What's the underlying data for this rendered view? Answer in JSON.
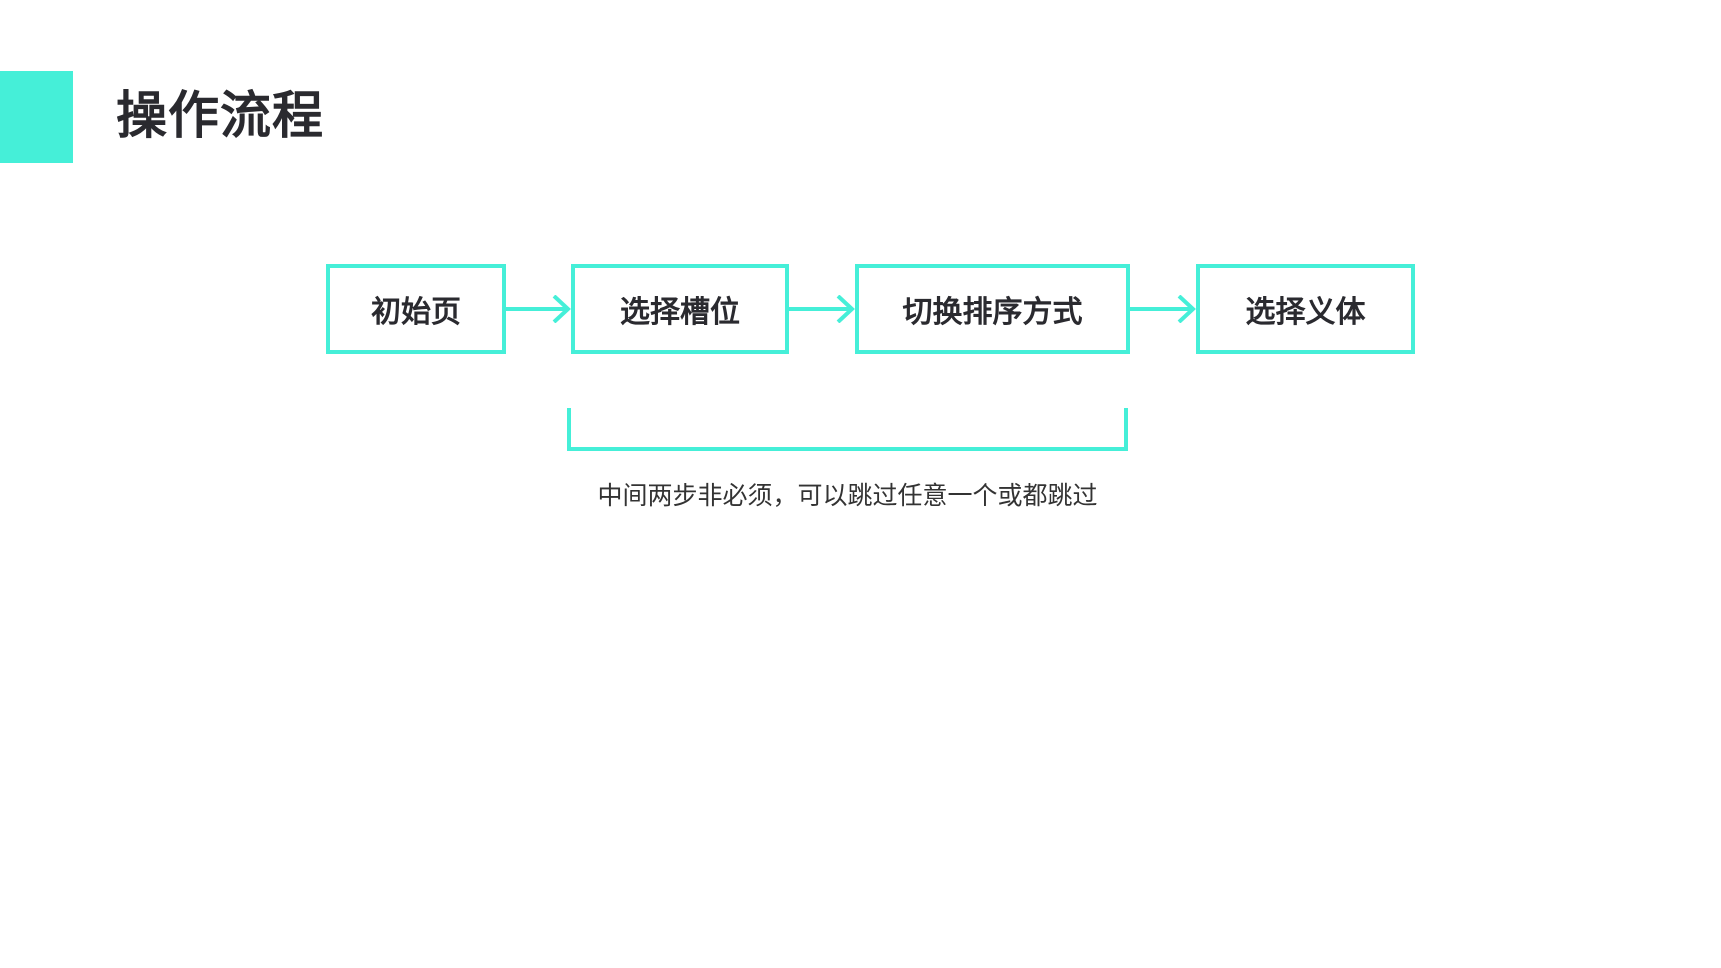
{
  "page": {
    "title": "操作流程"
  },
  "flow": {
    "steps": [
      {
        "label": "初始页"
      },
      {
        "label": "选择槽位"
      },
      {
        "label": "切换排序方式"
      },
      {
        "label": "选择义体"
      }
    ],
    "note": "中间两步非必须，可以跳过任意一个或都跳过"
  },
  "colors": {
    "accent": "#45efd8",
    "text": "#2a2a2f"
  }
}
